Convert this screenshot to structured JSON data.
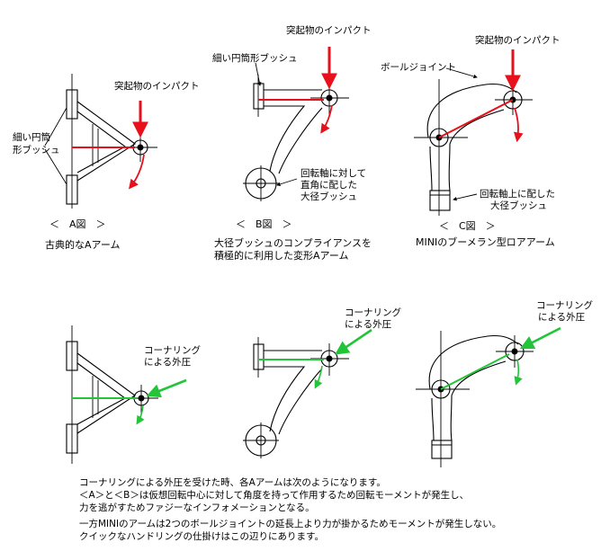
{
  "colors": {
    "impact": "#e8101a",
    "cornering": "#22c43a",
    "line": "#000000",
    "background": "#ffffff"
  },
  "labels": {
    "impact": "突起物のインパクト",
    "thin_bush_a_line1": "細い円筒",
    "thin_bush_a_line2": "形ブッシュ",
    "thin_bush_b": "細い円筒形ブッシュ",
    "ball_joint": "ボールジョイント",
    "big_bush_b_line1": "回転軸に対して",
    "big_bush_b_line2": "直角に配した",
    "big_bush_b_line3": "大径ブッシュ",
    "big_bush_c_line1": "回転軸上に配した",
    "big_bush_c_line2": "大径ブッシュ",
    "cornering_line1": "コーナリング",
    "cornering_line2": "による外圧"
  },
  "figures": {
    "a": {
      "title": "＜　A図　＞",
      "caption": "古典的なAアーム"
    },
    "b": {
      "title": "＜　B図　＞",
      "caption_line1": "大径ブッシュのコンプライアンスを",
      "caption_line2": "積極的に利用した変形Aアーム"
    },
    "c": {
      "title": "＜　C図　＞",
      "caption": "MINIのブーメラン型ロアアーム"
    }
  },
  "notes": [
    "コーナリングによる外圧を受けた時、各Aアームは次のようになります。",
    "＜A＞と＜B＞は仮想回転中心に対して角度を持って作用するため回転モーメントが発生し、",
    "力を逃がすためファジーなインフォメーションとなる。",
    "一方MINIのアームは2つのボールジョイントの延長上より力が掛かるためモーメントが発生しない。",
    "クイックなハンドリングの仕掛けはこの辺りにあります。"
  ]
}
